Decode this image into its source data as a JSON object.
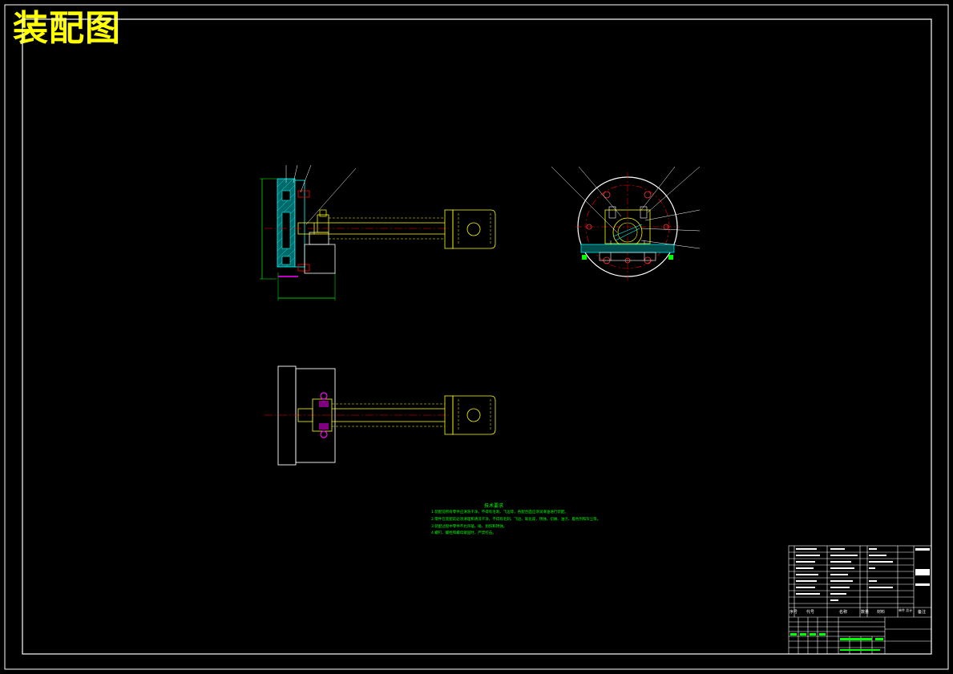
{
  "drawing": {
    "title": "装配图"
  },
  "tech_requirements": {
    "title": "技术要求",
    "lines": [
      "1.装配前所有零件应清洗干净，不得有毛刺、飞边等，各配合面应涂润滑油进行装配。",
      "2.零件在装配前必须清理和清洗干净，不得有毛刺、飞边、氧化皮、锈蚀、切屑、油污、着色剂和灰尘等。",
      "3.装配过程中零件不允许磕、碰、划伤和锈蚀。",
      "4.螺钉、螺栓和螺母紧固时，严禁打击。"
    ]
  },
  "bom_header": {
    "seq": "序号",
    "code": "代号",
    "name": "名称",
    "qty": "数量",
    "material": "材料",
    "weight": "单件 总计",
    "remark": "备注"
  },
  "colors": {
    "frame": "#ffffff",
    "part_yellow": "#ffff00",
    "hatch_cyan": "#00ffff",
    "centerline_red": "#ff0000",
    "dimension_green": "#00ff00",
    "highlight_magenta": "#ff00ff",
    "background": "#000000"
  }
}
